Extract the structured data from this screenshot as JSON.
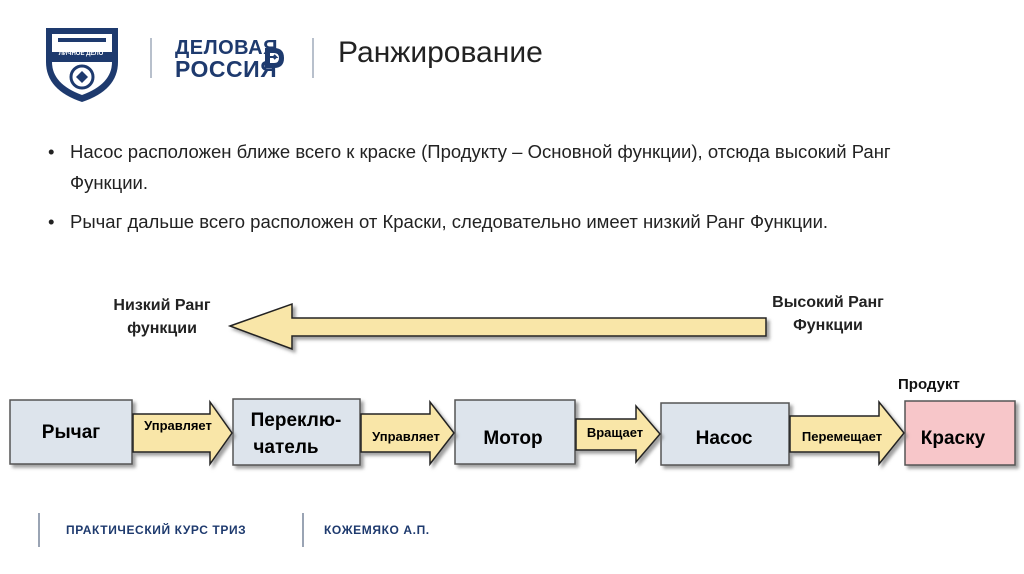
{
  "header": {
    "emblem_text": "ЛИЧНОЕ ДЕЛО",
    "logo_line1": "ДЕЛОВАЯ",
    "logo_line2": "РОССИЯ",
    "title": "Ранжирование"
  },
  "bullets": [
    {
      "text": "Насос расположен ближе всего к краске (Продукту – Основной функции), отсюда высокий Ранг Функции."
    },
    {
      "text": "Рычаг дальше всего расположен от Краски, следовательно имеет низкий Ранг Функции."
    }
  ],
  "rank": {
    "low": "Низкий Ранг функции",
    "high": "Высокий Ранг Функции"
  },
  "chain": {
    "boxes": [
      {
        "label": "Рычаг"
      },
      {
        "label_line1": "Переклю-",
        "label_line2": "чатель"
      },
      {
        "label": "Мотор"
      },
      {
        "label": "Насос"
      },
      {
        "label": "Краску"
      }
    ],
    "arrows": [
      {
        "label": "Управляет"
      },
      {
        "label": "Управляет"
      },
      {
        "label": "Вращает"
      },
      {
        "label": "Перемещает"
      }
    ],
    "product_label": "Продукт"
  },
  "colors": {
    "box_fill": "#dde4ec",
    "product_fill": "#f7c6c9",
    "arrow_fill": "#f9e6a8",
    "brand": "#1e3a6e"
  },
  "footer": {
    "left": "ПРАКТИЧЕСКИЙ КУРС ТРИЗ",
    "right": "КОЖЕМЯКО А.П."
  }
}
